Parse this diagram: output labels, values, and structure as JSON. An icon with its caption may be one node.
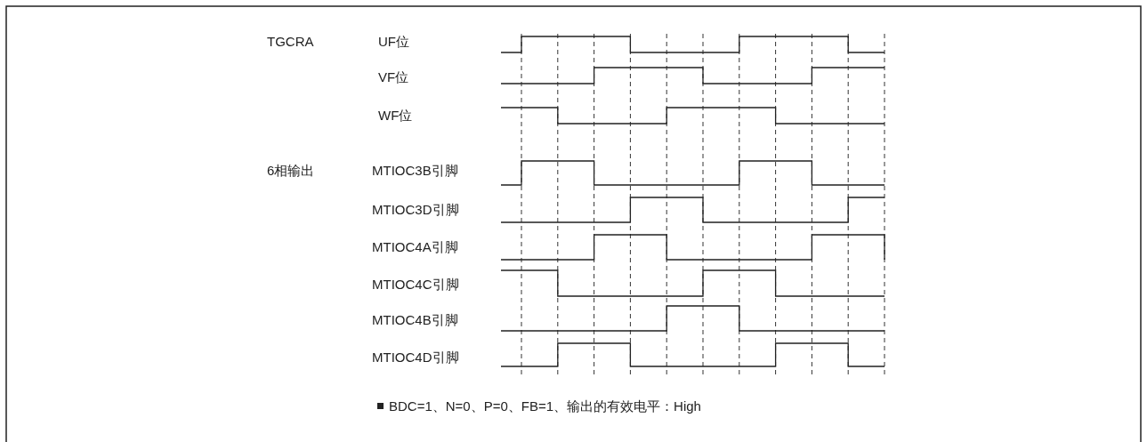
{
  "diagram": {
    "labels": [
      "TGCRA",
      "UF位",
      "VF位",
      "WF位",
      "6相输出",
      "MTIOC3B引脚",
      "MTIOC3D引脚",
      "MTIOC4A引脚",
      "MTIOC4C引脚",
      "MTIOC4B引脚",
      "MTIOC4D引脚",
      "BDC=1、N=0、P=0、FB=1、输出的有效电平：High"
    ]
  }
}
